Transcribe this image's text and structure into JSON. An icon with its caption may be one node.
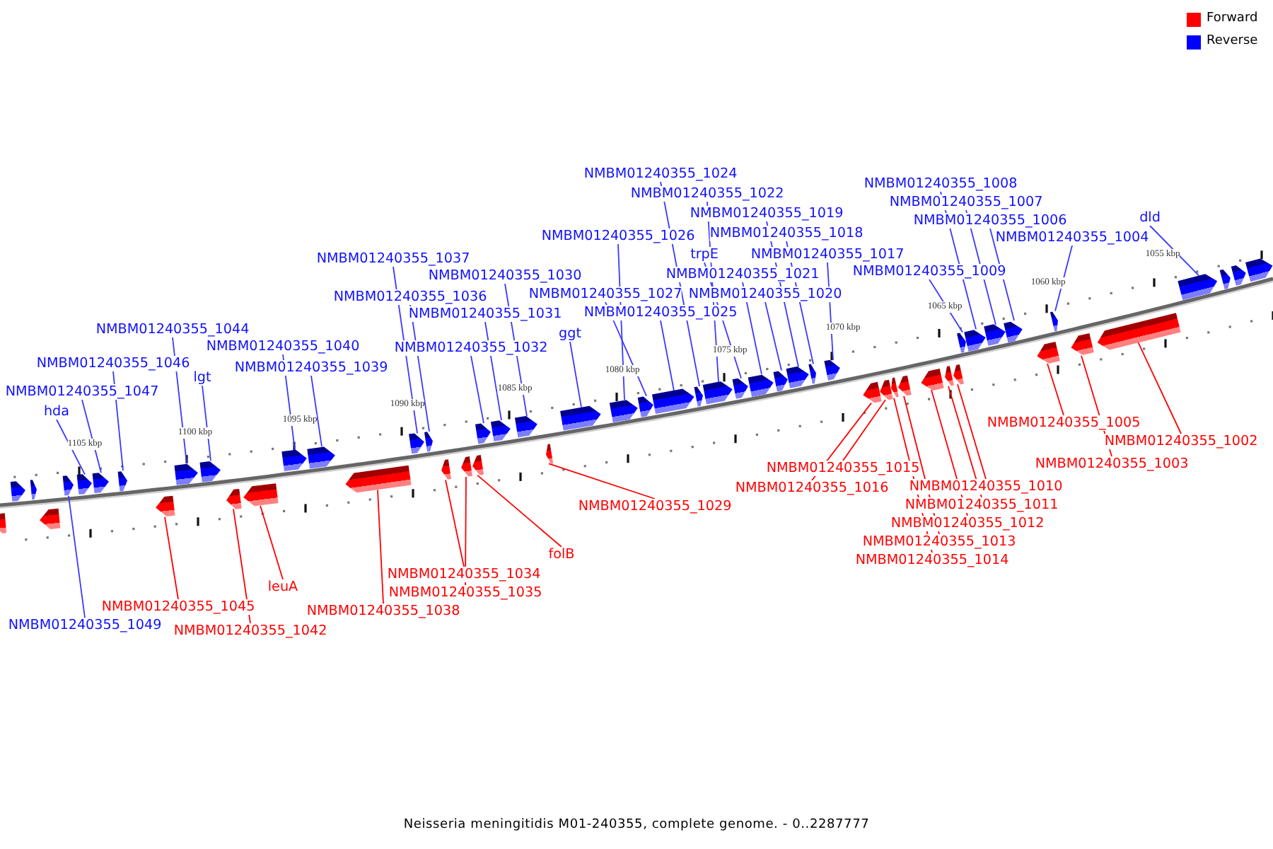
{
  "diagram": {
    "caption": "Neisseria meningitidis M01-240355, complete genome. - 0..2287777",
    "nodes": [
      {
        "text": [
          "hda"
        ]
      },
      {
        "text": [
          "NMBM01240355_1047"
        ]
      },
      {
        "text": [
          "NMBM01240355_1046"
        ]
      },
      {
        "text": [
          "NMBM01240355_1044"
        ]
      },
      {
        "text": [
          "lgt"
        ]
      },
      {
        "text": [
          "NMBM01240355_1040"
        ]
      },
      {
        "text": [
          "NMBM01240355_1039"
        ]
      },
      {
        "text": [
          "NMBM01240355_1037"
        ]
      },
      {
        "text": [
          "NMBM01240355_1036"
        ]
      },
      {
        "text": [
          "NMBM01240355_1030"
        ]
      },
      {
        "text": [
          "NMBM01240355_1031"
        ]
      },
      {
        "text": [
          "NMBM01240355_1032"
        ]
      },
      {
        "text": [
          "ggt"
        ]
      },
      {
        "text": [
          "NMBM01240355_1026"
        ]
      },
      {
        "text": [
          "NMBM01240355_1027"
        ]
      },
      {
        "text": [
          "NMBM01240355_1025"
        ]
      },
      {
        "text": [
          "NMBM01240355_1024"
        ]
      },
      {
        "text": [
          "NMBM01240355_1022"
        ]
      },
      {
        "text": [
          "trpE"
        ]
      },
      {
        "text": [
          "NMBM01240355_1021"
        ]
      },
      {
        "text": [
          "NMBM01240355_1020"
        ]
      },
      {
        "text": [
          "NMBM01240355_1019"
        ]
      },
      {
        "text": [
          "NMBM01240355_1018"
        ]
      },
      {
        "text": [
          "NMBM01240355_1017"
        ]
      },
      {
        "text": [
          "NMBM01240355_1009"
        ]
      },
      {
        "text": [
          "NMBM01240355_1008"
        ]
      },
      {
        "text": [
          "NMBM01240355_1007"
        ]
      },
      {
        "text": [
          "NMBM01240355_1006"
        ]
      },
      {
        "text": [
          "NMBM01240355_1004"
        ]
      },
      {
        "text": [
          "dld"
        ]
      },
      {
        "text": [
          "NMBM01240355_1049"
        ]
      },
      {
        "text": [
          "NMBM01240355_1045"
        ]
      },
      {
        "text": [
          "NMBM01240355_1042"
        ]
      },
      {
        "text": [
          "leuA"
        ]
      },
      {
        "text": [
          "NMBM01240355_1038"
        ]
      },
      {
        "text": [
          "NMBM01240355_1034"
        ]
      },
      {
        "text": [
          "NMBM01240355_1035"
        ]
      },
      {
        "text": [
          "folB"
        ]
      },
      {
        "text": [
          "NMBM01240355_1029"
        ]
      },
      {
        "text": [
          "NMBM01240355_1016"
        ]
      },
      {
        "text": [
          "NMBM01240355_1015"
        ]
      },
      {
        "text": [
          "NMBM01240355_1010"
        ]
      },
      {
        "text": [
          "NMBM01240355_1011"
        ]
      },
      {
        "text": [
          "NMBM01240355_1012"
        ]
      },
      {
        "text": [
          "NMBM01240355_1013"
        ]
      },
      {
        "text": [
          "NMBM01240355_1014"
        ]
      },
      {
        "text": [
          "NMBM01240355_1005"
        ]
      },
      {
        "text": [
          "NMBM01240355_1003"
        ]
      },
      {
        "text": [
          "NMBM01240355_1002"
        ]
      },
      {
        "text": [],
        "shape": "bar"
      },
      {
        "text": [],
        "shape": "bar"
      },
      {
        "text": [],
        "shape": "bar"
      },
      {
        "text": [],
        "shape": "bar"
      },
      {
        "text": [],
        "shape": "bar"
      },
      {
        "text": [],
        "shape": "bar"
      },
      {
        "text": [],
        "shape": "bar"
      },
      {
        "text": [],
        "shape": "bar"
      },
      {
        "text": [],
        "shape": "bar"
      },
      {
        "text": [],
        "shape": "bar"
      },
      {
        "text": [],
        "shape": "bar"
      },
      {
        "text": [],
        "shape": "bar"
      },
      {
        "text": [],
        "shape": "bar"
      },
      {
        "text": [],
        "shape": "bar"
      },
      {
        "text": [],
        "shape": "bar"
      },
      {
        "text": [],
        "shape": "bar"
      },
      {
        "text": [],
        "shape": "bar"
      },
      {
        "text": [],
        "shape": "bar"
      },
      {
        "text": [],
        "shape": "bar"
      },
      {
        "text": [],
        "shape": "bar"
      },
      {
        "text": [],
        "shape": "bar"
      },
      {
        "text": [],
        "shape": "bar"
      },
      {
        "text": [],
        "shape": "bar"
      },
      {
        "text": [],
        "shape": "bar"
      },
      {
        "text": [],
        "shape": "bar"
      },
      {
        "text": [],
        "shape": "bar"
      },
      {
        "text": [],
        "shape": "bar"
      },
      {
        "text": [],
        "shape": "bar"
      },
      {
        "text": [],
        "shape": "bar"
      },
      {
        "text": [],
        "shape": "bar"
      },
      {
        "text": [],
        "shape": "bar"
      },
      {
        "text": [],
        "shape": "bar"
      },
      {
        "text": [],
        "shape": "bar"
      },
      {
        "text": [],
        "shape": "bar"
      },
      {
        "text": [],
        "shape": "bar"
      },
      {
        "text": [],
        "shape": "bar"
      },
      {
        "text": [],
        "shape": "bar"
      },
      {
        "text": [],
        "shape": "bar"
      },
      {
        "text": [],
        "shape": "bar"
      },
      {
        "text": [],
        "shape": "bar"
      },
      {
        "text": [],
        "shape": "bar"
      },
      {
        "text": [],
        "shape": "bar"
      },
      {
        "text": [],
        "shape": "bar"
      },
      {
        "text": [],
        "shape": "bar"
      },
      {
        "text": [],
        "shape": "bar"
      },
      {
        "text": [],
        "shape": "bar"
      },
      {
        "text": [],
        "shape": "bar"
      },
      {
        "text": [],
        "shape": "bar"
      },
      {
        "text": [],
        "shape": "bar"
      },
      {
        "text": [],
        "shape": "bar"
      },
      {
        "text": [],
        "shape": "bar"
      },
      {
        "text": [],
        "shape": "bar"
      },
      {
        "text": [],
        "shape": "bar"
      },
      {
        "text": [],
        "shape": "bar"
      },
      {
        "text": [],
        "shape": "bar"
      },
      {
        "text": [],
        "shape": "bar"
      }
    ],
    "edges": [
      {
        "from": 0,
        "to": 52,
        "arrow": "none"
      },
      {
        "from": 1,
        "to": 53,
        "arrow": "none"
      },
      {
        "from": 2,
        "to": 54,
        "arrow": "none"
      },
      {
        "from": 3,
        "to": 55,
        "arrow": "none"
      },
      {
        "from": 4,
        "to": 56,
        "arrow": "none"
      },
      {
        "from": 5,
        "to": 57,
        "arrow": "none"
      },
      {
        "from": 6,
        "to": 58,
        "arrow": "none"
      },
      {
        "from": 7,
        "to": 59,
        "arrow": "none"
      },
      {
        "from": 8,
        "to": 60,
        "arrow": "none"
      },
      {
        "from": 9,
        "to": 63,
        "arrow": "none"
      },
      {
        "from": 10,
        "to": 62,
        "arrow": "none"
      },
      {
        "from": 11,
        "to": 61,
        "arrow": "none"
      },
      {
        "from": 12,
        "to": 64,
        "arrow": "none"
      },
      {
        "from": 13,
        "to": 65,
        "arrow": "none"
      },
      {
        "from": 14,
        "to": 66,
        "arrow": "none"
      },
      {
        "from": 15,
        "to": 67,
        "arrow": "none"
      },
      {
        "from": 16,
        "to": 68,
        "arrow": "none"
      },
      {
        "from": 17,
        "to": 69,
        "arrow": "none"
      },
      {
        "from": 18,
        "to": 70,
        "arrow": "none"
      },
      {
        "from": 19,
        "to": 71,
        "arrow": "none"
      },
      {
        "from": 20,
        "to": 72,
        "arrow": "none"
      },
      {
        "from": 21,
        "to": 73,
        "arrow": "none"
      },
      {
        "from": 22,
        "to": 74,
        "arrow": "none"
      },
      {
        "from": 23,
        "to": 75,
        "arrow": "none"
      },
      {
        "from": 24,
        "to": 76,
        "arrow": "none"
      },
      {
        "from": 25,
        "to": 77,
        "arrow": "none"
      },
      {
        "from": 26,
        "to": 78,
        "arrow": "none"
      },
      {
        "from": 27,
        "to": 79,
        "arrow": "none"
      },
      {
        "from": 28,
        "to": 80,
        "arrow": "none"
      },
      {
        "from": 29,
        "to": 81,
        "arrow": "none"
      },
      {
        "from": 30,
        "to": 51,
        "arrow": "none"
      },
      {
        "from": 31,
        "to": 87,
        "arrow": "none",
        "color": "#ff0000"
      },
      {
        "from": 32,
        "to": 88,
        "arrow": "none",
        "color": "#ff0000"
      },
      {
        "from": 33,
        "to": 89,
        "arrow": "none",
        "color": "#ff0000"
      },
      {
        "from": 34,
        "to": 90,
        "arrow": "none",
        "color": "#ff0000"
      },
      {
        "from": 35,
        "to": 91,
        "arrow": "none",
        "color": "#ff0000"
      },
      {
        "from": 36,
        "to": 92,
        "arrow": "none",
        "color": "#ff0000"
      },
      {
        "from": 37,
        "to": 93,
        "arrow": "none",
        "color": "#ff0000"
      },
      {
        "from": 38,
        "to": 94,
        "arrow": "none",
        "color": "#ff0000"
      },
      {
        "from": 39,
        "to": 95,
        "arrow": "none",
        "color": "#ff0000"
      },
      {
        "from": 40,
        "to": 96,
        "arrow": "none",
        "color": "#ff0000"
      },
      {
        "from": 41,
        "to": 101,
        "arrow": "none",
        "color": "#ff0000"
      },
      {
        "from": 42,
        "to": 100,
        "arrow": "none",
        "color": "#ff0000"
      },
      {
        "from": 43,
        "to": 99,
        "arrow": "none",
        "color": "#ff0000"
      },
      {
        "from": 44,
        "to": 98,
        "arrow": "none",
        "color": "#ff0000"
      },
      {
        "from": 45,
        "to": 97,
        "arrow": "none",
        "color": "#ff0000"
      },
      {
        "from": 46,
        "to": 102,
        "arrow": "none",
        "color": "#ff0000"
      },
      {
        "from": 47,
        "to": 103,
        "arrow": "none",
        "color": "#ff0000"
      },
      {
        "from": 48,
        "to": 104,
        "arrow": "none",
        "color": "#ff0000"
      }
    ],
    "labels": [
      "1105 kbp",
      "1100 kbp",
      "1095 kbp",
      "1090 kbp",
      "1085 kbp",
      "1080 kbp",
      "1075 kbp",
      "1070 kbp",
      "1065 kbp",
      "1060 kbp",
      "1055 kbp"
    ],
    "legend": [
      {
        "text": "Forward",
        "color": "#ff0000"
      },
      {
        "text": "Reverse",
        "color": "#0000ff"
      }
    ]
  }
}
